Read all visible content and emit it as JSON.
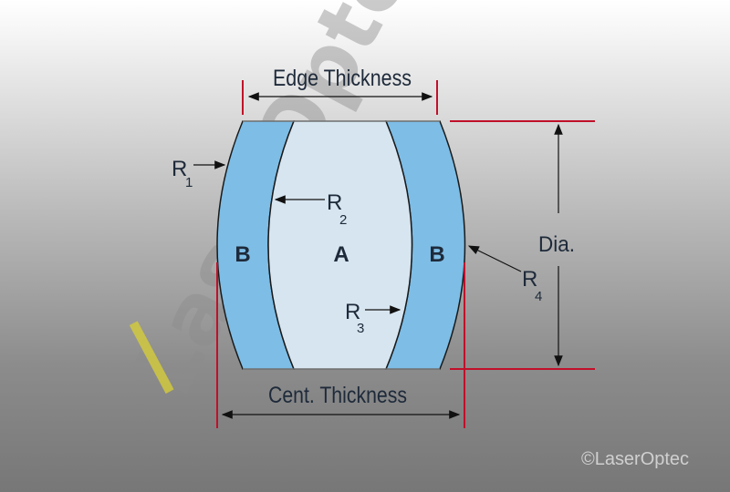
{
  "diagram": {
    "edge_thickness_label": "Edge Thickness",
    "center_thickness_label": "Cent. Thickness",
    "diameter_label": "Dia.",
    "radius_labels": {
      "r1": "R",
      "r1_sub": "1",
      "r2": "R",
      "r2_sub": "2",
      "r3": "R",
      "r3_sub": "3",
      "r4": "R",
      "r4_sub": "4"
    },
    "element_labels": {
      "outer_left": "B",
      "center": "A",
      "outer_right": "B"
    },
    "watermark": "LaserOptec",
    "copyright": "©LaserOptec"
  },
  "colors": {
    "outer_element": "#7dbde6",
    "center_element": "#d7e5f0",
    "dimension_red": "#c0102a",
    "outline": "#1a1a1a"
  }
}
